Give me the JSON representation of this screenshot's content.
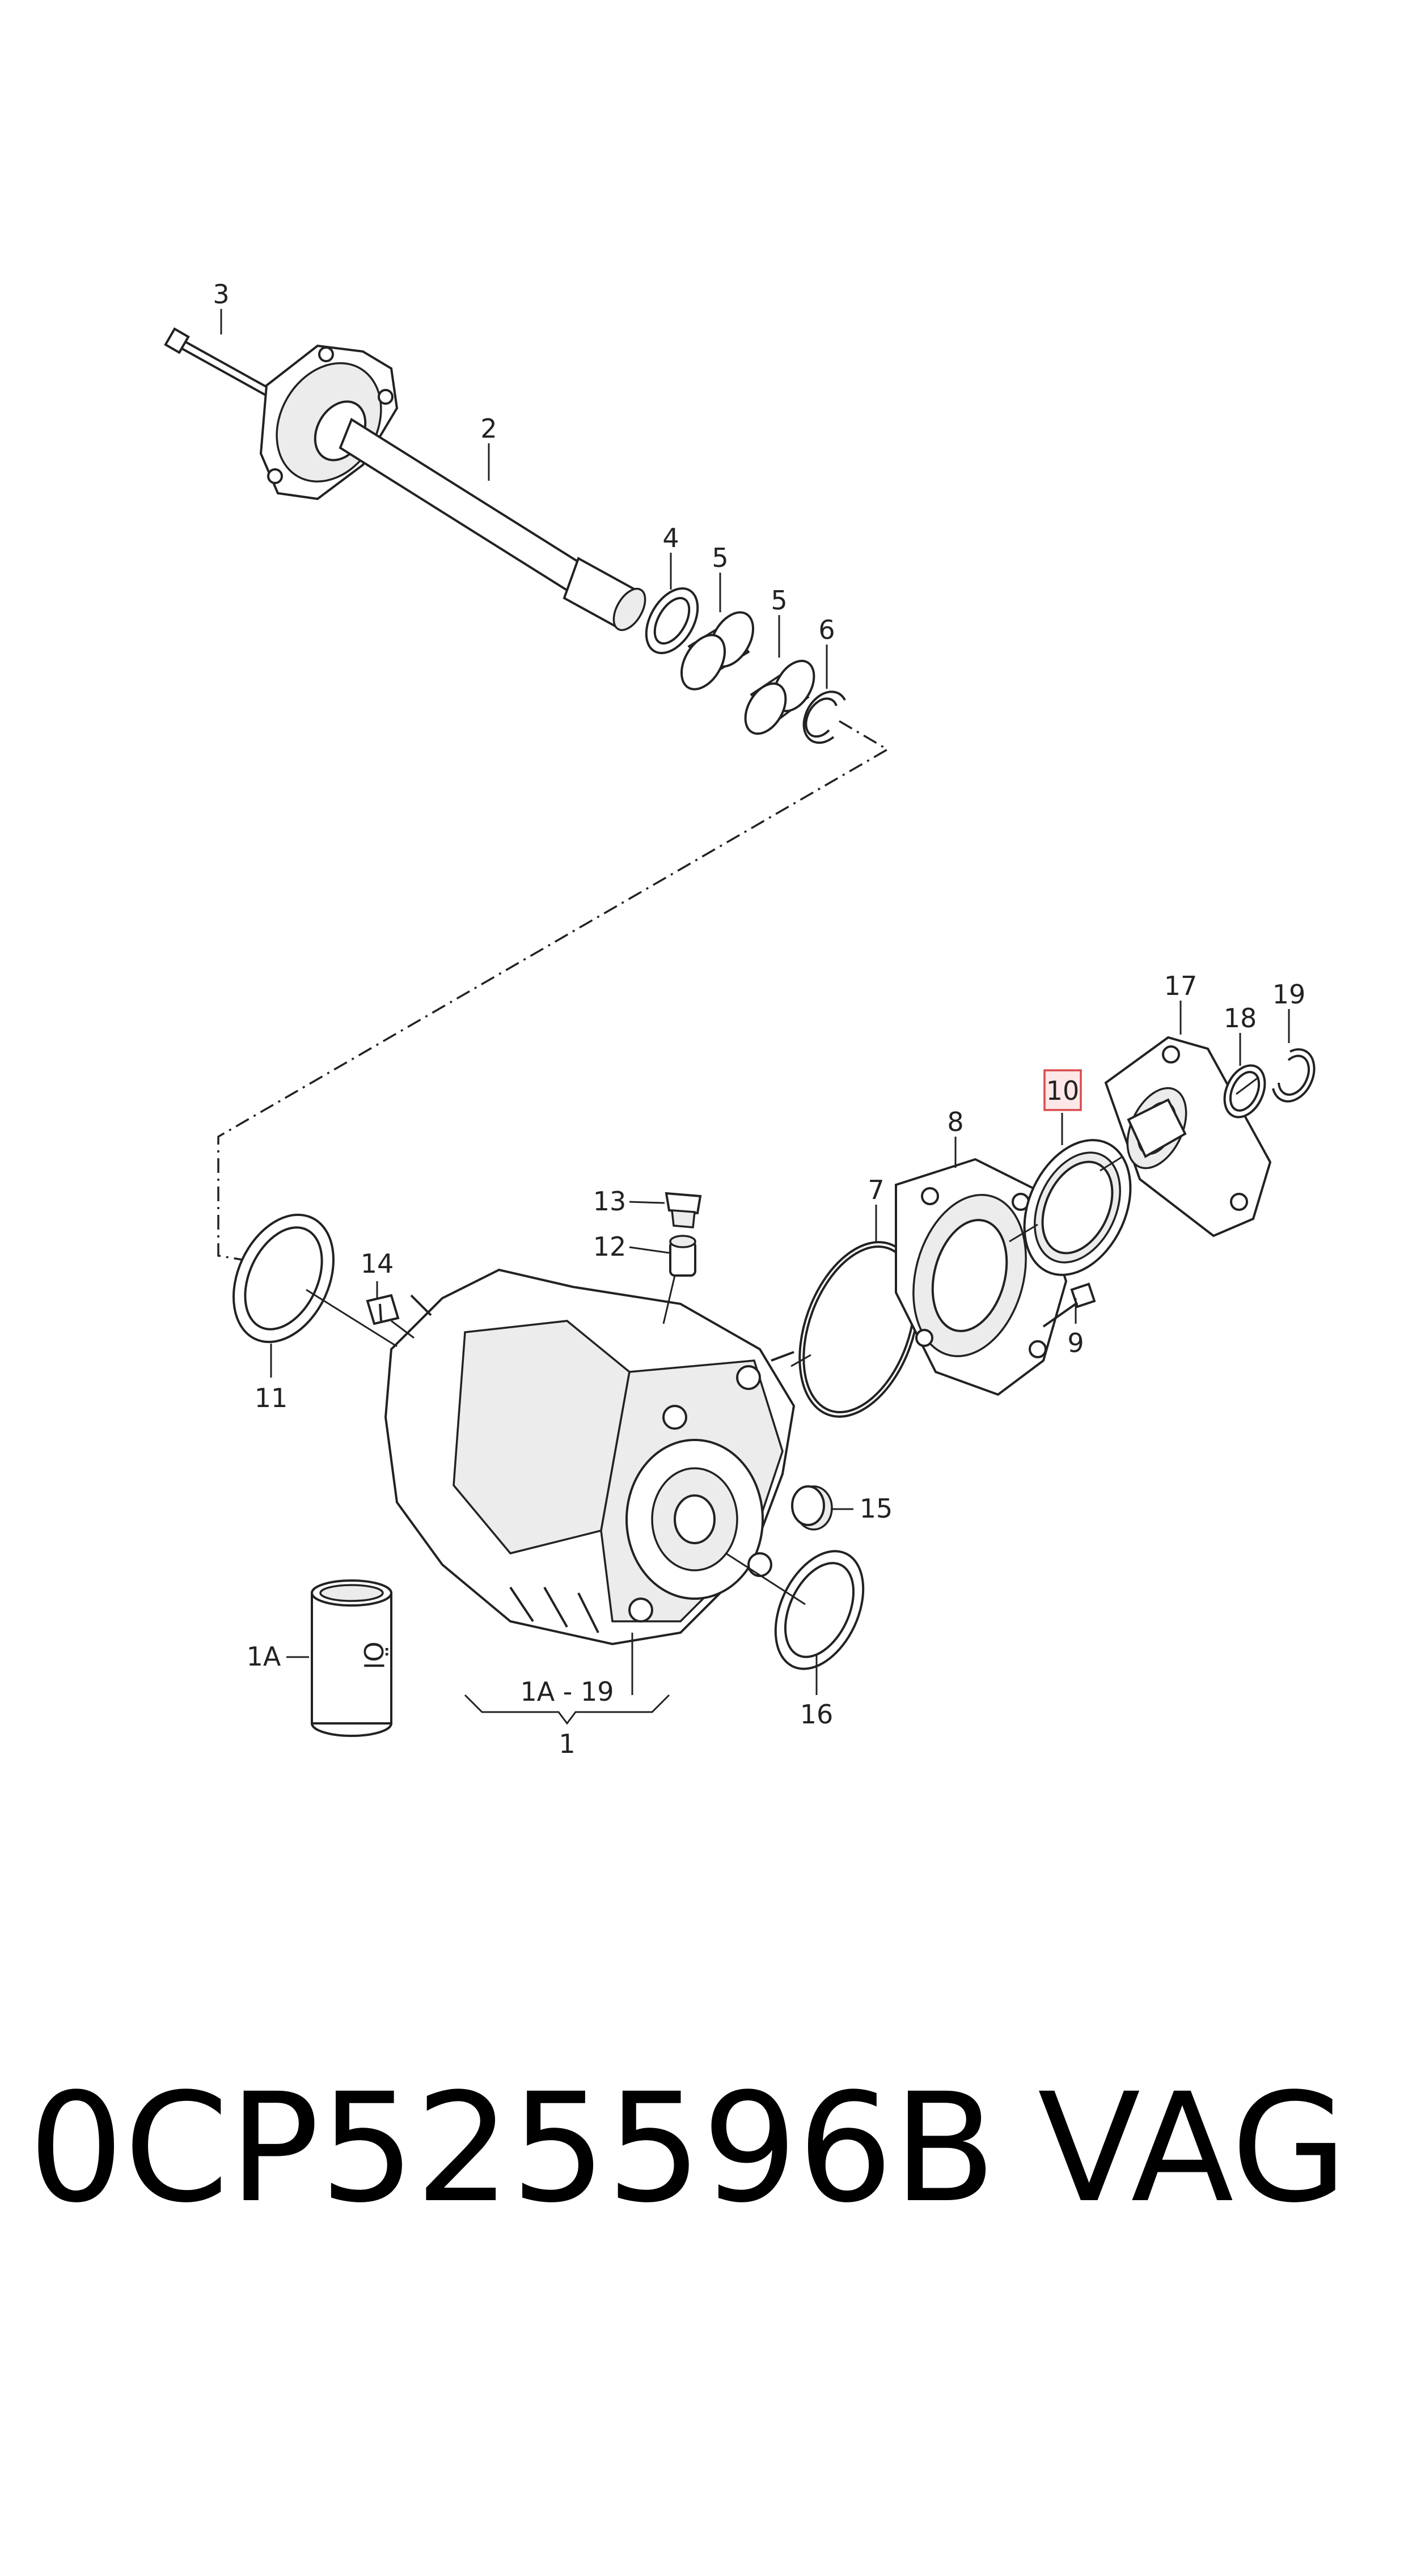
{
  "callouts": {
    "c1": "1",
    "c1a": "1A",
    "c1a_range": "1A - 19",
    "c2": "2",
    "c3": "3",
    "c4": "4",
    "c5a": "5",
    "c5b": "5",
    "c6": "6",
    "c7": "7",
    "c8": "8",
    "c9": "9",
    "c10": "10",
    "c11": "11",
    "c12": "12",
    "c13": "13",
    "c14": "14",
    "c15": "15",
    "c16": "16",
    "c17": "17",
    "c18": "18",
    "c19": "19"
  },
  "highlighted_part": "10",
  "oil_can_label": "Öl",
  "caption": {
    "part_number": "0CP525596B",
    "brand": "VAG"
  },
  "colors": {
    "line": "#222222",
    "highlight_border": "#d94a4a",
    "highlight_fill": "#fde7e7"
  }
}
